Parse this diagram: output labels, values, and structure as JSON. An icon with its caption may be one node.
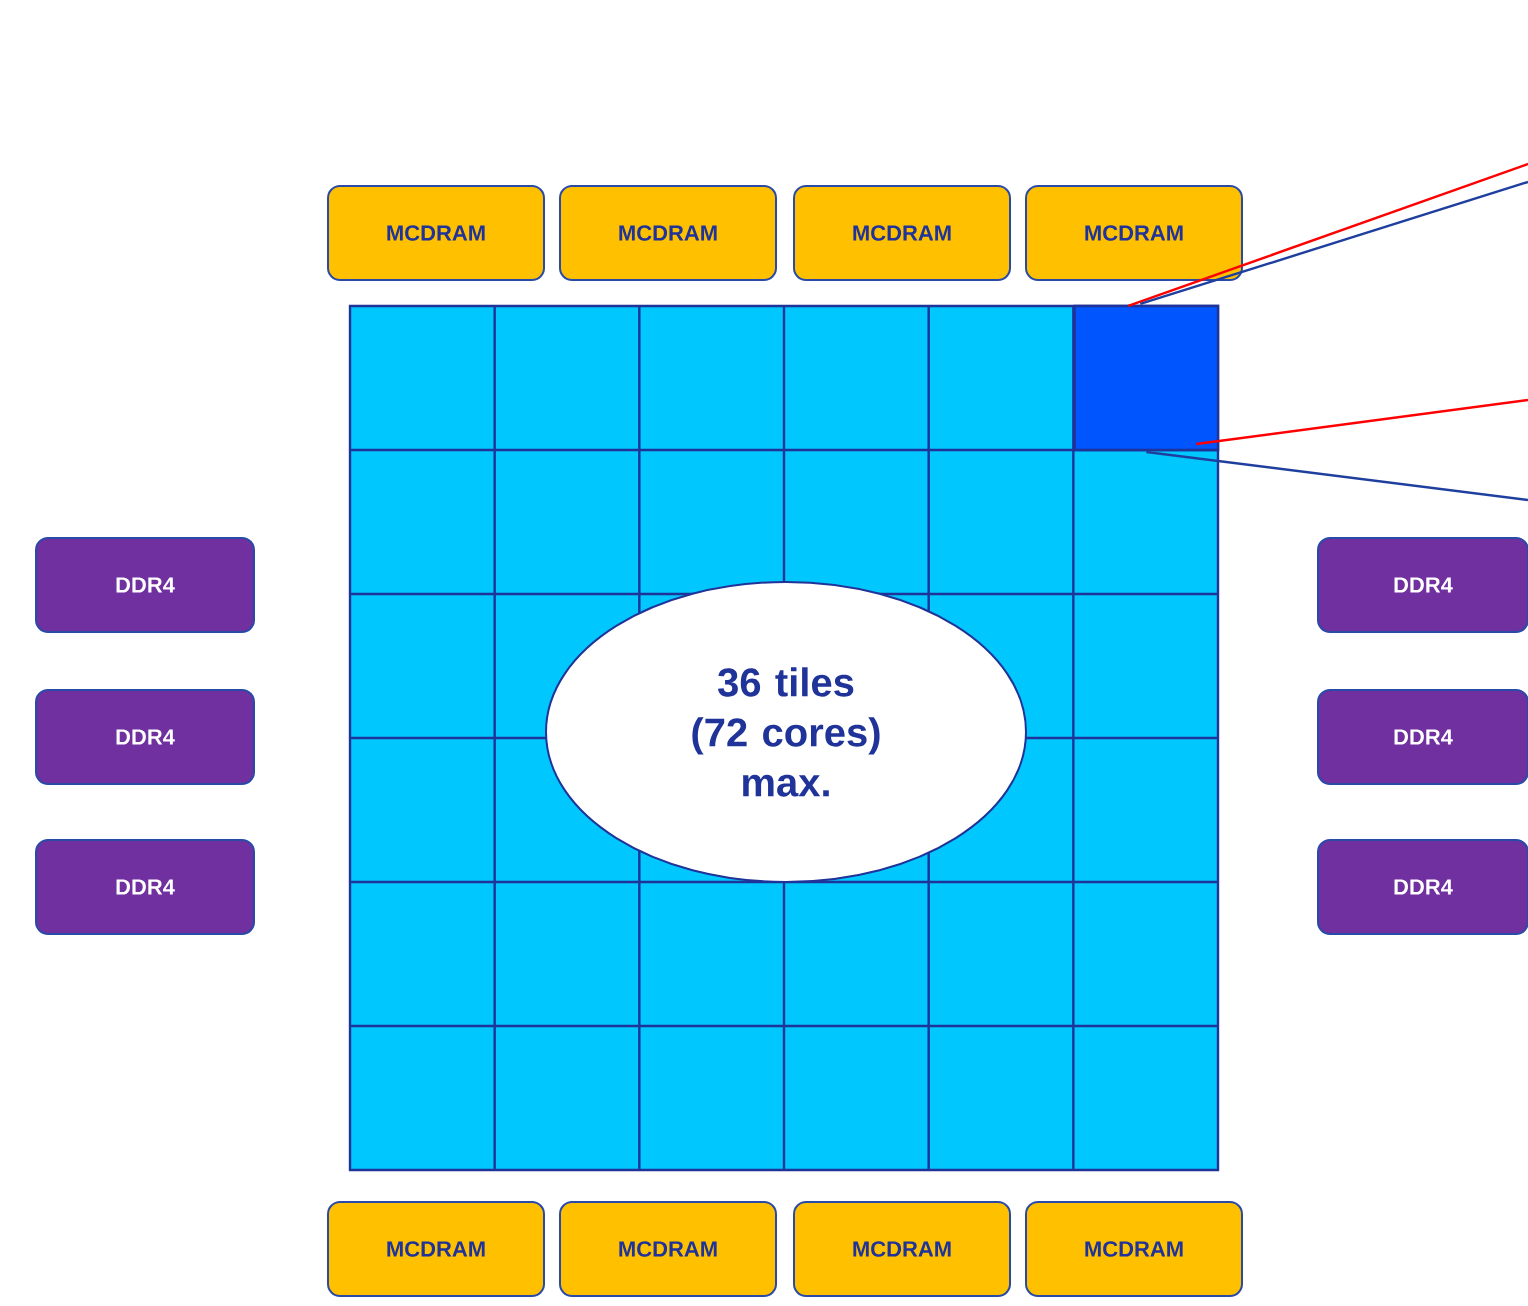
{
  "diagram": {
    "nodes": [
      {
        "text": [
          "MCDRAM"
        ]
      },
      {
        "text": [
          "MCDRAM"
        ]
      },
      {
        "text": [
          "MCDRAM"
        ]
      },
      {
        "text": [
          "MCDRAM"
        ]
      },
      {
        "text": [],
        "shape": "box"
      },
      {
        "text": [
          "DDR4"
        ]
      },
      {
        "text": [
          "DDR4"
        ]
      },
      {
        "text": [
          "36 tiles (72 cores) max."
        ]
      },
      {
        "text": [
          "DDR4"
        ]
      },
      {
        "text": [
          "DDR4"
        ]
      },
      {
        "text": [
          "DDR4"
        ]
      },
      {
        "text": [
          "DDR4"
        ]
      },
      {
        "text": [
          "MCDRAM"
        ]
      },
      {
        "text": [
          "MCDRAM"
        ]
      },
      {
        "text": [
          "MCDRAM"
        ]
      },
      {
        "text": [
          "MCDRAM"
        ]
      }
    ],
    "edges": [
      {
        "from": 4,
        "to": null,
        "arrow": "none",
        "color": "#ff0000"
      },
      {
        "from": 4,
        "to": null,
        "arrow": "none",
        "color": "#1f3f9f"
      },
      {
        "from": 4,
        "to": null,
        "arrow": "none",
        "color": "#ff0000"
      },
      {
        "from": 4,
        "to": null,
        "arrow": "none",
        "color": "#1f3f9f"
      }
    ]
  }
}
